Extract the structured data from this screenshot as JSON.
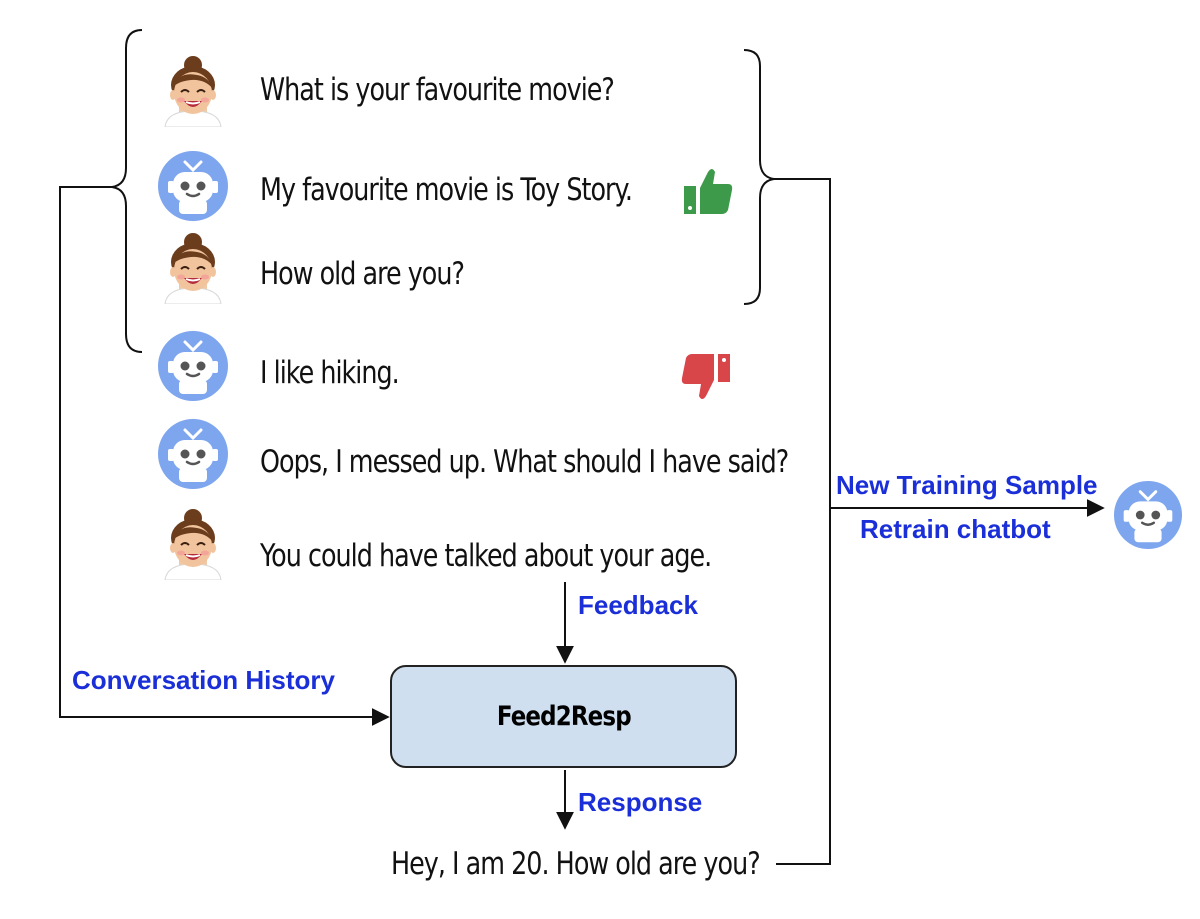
{
  "conversation": [
    {
      "speaker": "human",
      "text": "What is your favourite movie?"
    },
    {
      "speaker": "bot",
      "text": "My favourite movie is Toy Story.",
      "feedback": "thumbs-up"
    },
    {
      "speaker": "human",
      "text": "How old are you?"
    },
    {
      "speaker": "bot",
      "text": "I like hiking.",
      "feedback": "thumbs-down"
    },
    {
      "speaker": "bot",
      "text": "Oops, I messed up. What should I have said?"
    },
    {
      "speaker": "human",
      "text": "You could have talked about your age."
    }
  ],
  "labels": {
    "feedback": "Feedback",
    "conversation_history": "Conversation History",
    "response": "Response",
    "new_training_sample": "New Training Sample",
    "retrain": "Retrain chatbot"
  },
  "model": {
    "name": "Feed2Resp"
  },
  "output": {
    "text": "Hey, I am 20. How old are you?"
  },
  "colors": {
    "label_blue": "#1a2fd8",
    "bot_blue": "#7ea6ee",
    "thumbs_up": "#3d9a4a",
    "thumbs_down": "#d9464a",
    "model_fill": "#cfdff0"
  },
  "icons": {
    "human": "woman-avatar-icon",
    "bot": "robot-avatar-icon",
    "like": "thumbs-up-icon",
    "dislike": "thumbs-down-icon"
  }
}
